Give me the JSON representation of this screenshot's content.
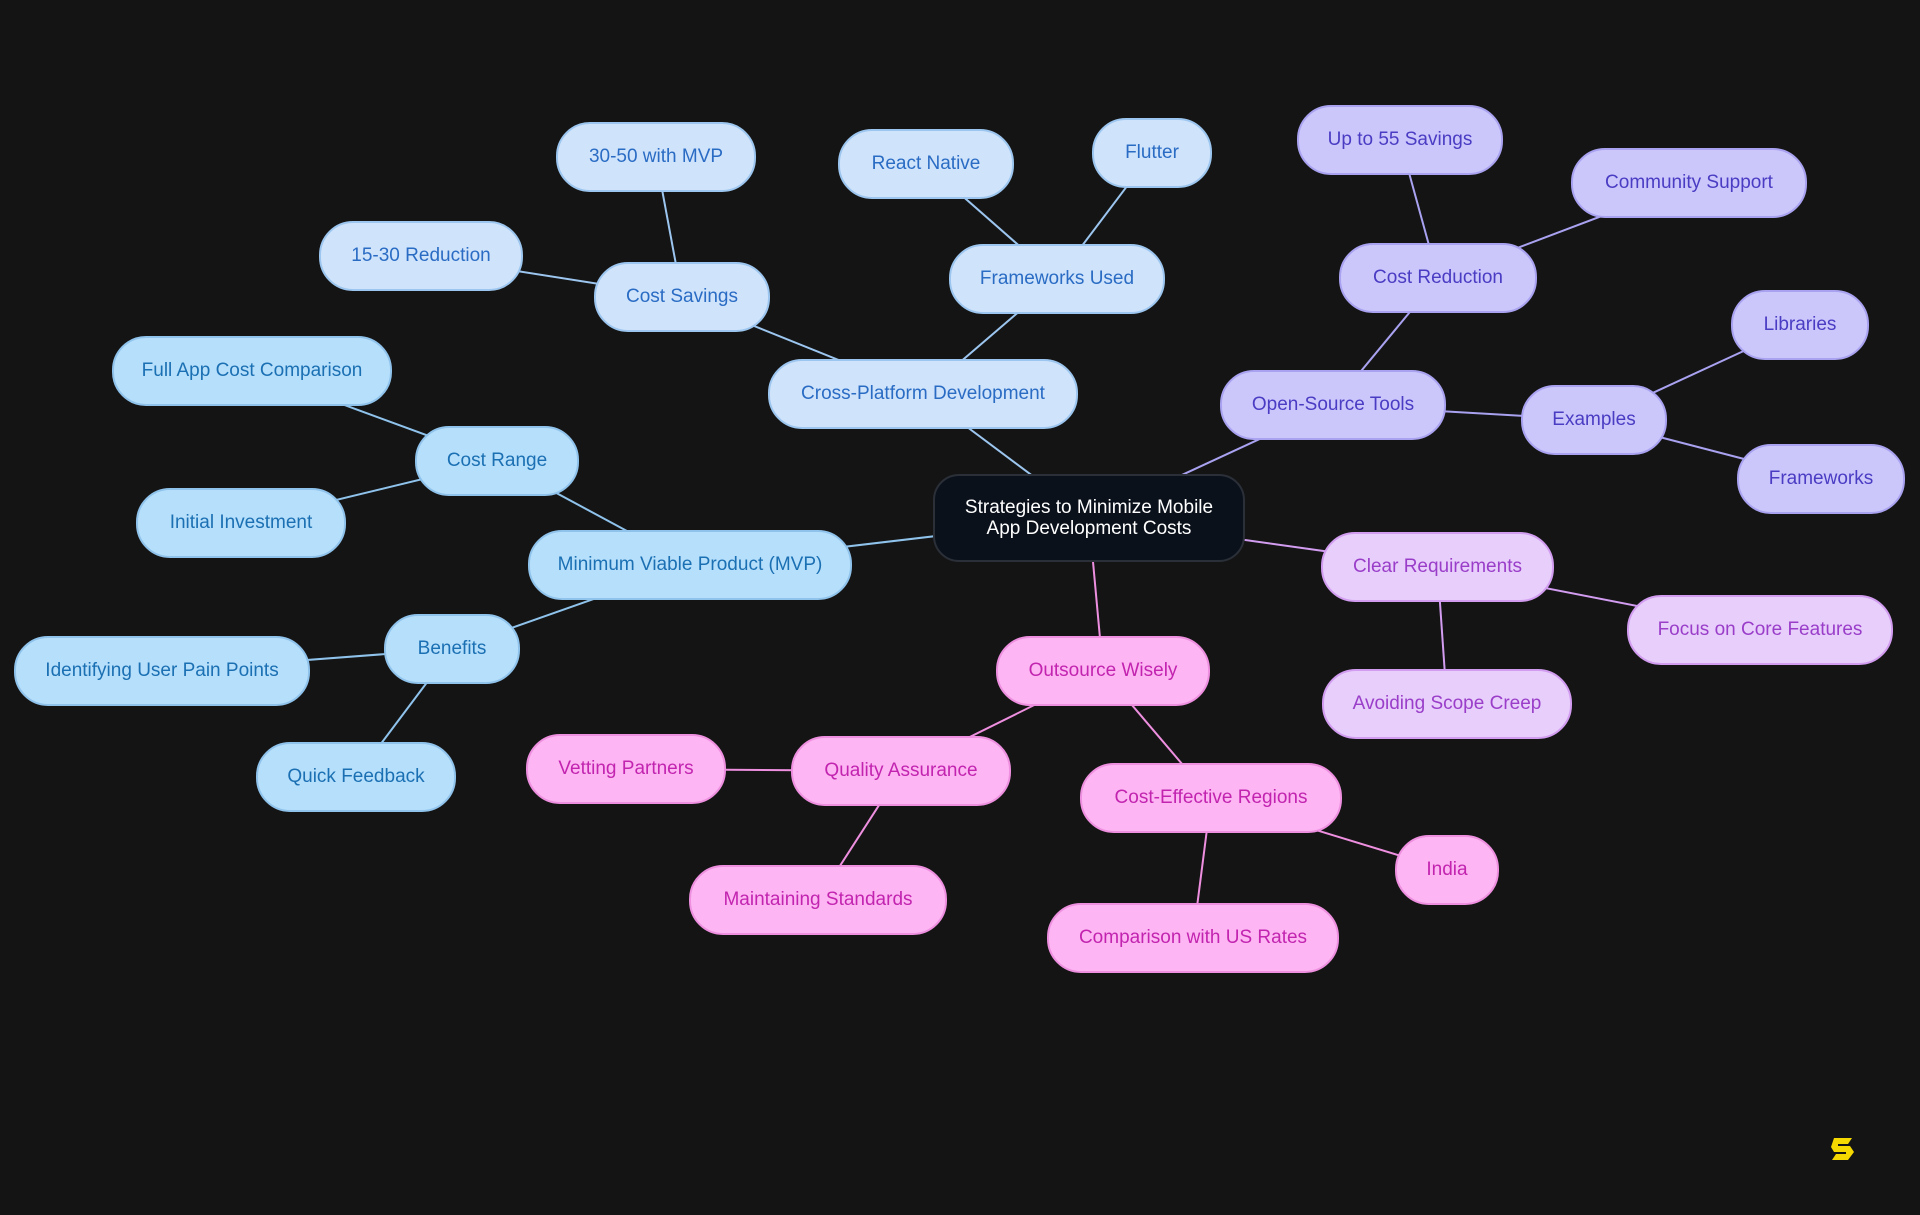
{
  "palette": {
    "background": "#141414",
    "center_fill": "#0b111b",
    "center_text": "#ffffff",
    "blue_light_fill": "#cfe3fb",
    "blue_light_text": "#2a6cc4",
    "blue_light_line": "#9cc6ef",
    "blue_fill": "#b6dffb",
    "blue_text": "#1b70b3",
    "blue_line": "#8fc3ec",
    "purple_fill": "#cbc7fb",
    "purple_text": "#4a3cc3",
    "purple_line": "#a9a2f0",
    "lavender_fill": "#e7cefb",
    "lavender_text": "#9a3ec9",
    "lavender_line": "#d29cf0",
    "pink_fill": "#fdb6f3",
    "pink_text": "#c224b0",
    "pink_line": "#ee8fe0",
    "logo": "#f5d800"
  },
  "center": {
    "label": "Strategies to Minimize Mobile App Development Costs"
  },
  "branches": [
    {
      "label": "Cross-Platform Development",
      "tone": "blue_light",
      "children": [
        {
          "label": "Cost Savings",
          "children": [
            {
              "label": "30-50 with MVP"
            },
            {
              "label": "15-30 Reduction"
            }
          ]
        },
        {
          "label": "Frameworks Used",
          "children": [
            {
              "label": "React Native"
            },
            {
              "label": "Flutter"
            }
          ]
        }
      ]
    },
    {
      "label": "Minimum Viable Product (MVP)",
      "tone": "blue",
      "children": [
        {
          "label": "Cost Range",
          "children": [
            {
              "label": "Full App Cost Comparison"
            },
            {
              "label": "Initial Investment"
            }
          ]
        },
        {
          "label": "Benefits",
          "children": [
            {
              "label": "Identifying User Pain Points"
            },
            {
              "label": "Quick Feedback"
            }
          ]
        }
      ]
    },
    {
      "label": "Open-Source Tools",
      "tone": "purple",
      "children": [
        {
          "label": "Cost Reduction",
          "children": [
            {
              "label": "Up to 55 Savings"
            },
            {
              "label": "Community Support"
            }
          ]
        },
        {
          "label": "Examples",
          "children": [
            {
              "label": "Libraries"
            },
            {
              "label": "Frameworks"
            }
          ]
        }
      ]
    },
    {
      "label": "Clear Requirements",
      "tone": "lavender",
      "children": [
        {
          "label": "Focus on Core Features"
        },
        {
          "label": "Avoiding Scope Creep"
        }
      ]
    },
    {
      "label": "Outsource Wisely",
      "tone": "pink",
      "children": [
        {
          "label": "Quality Assurance",
          "children": [
            {
              "label": "Vetting Partners"
            },
            {
              "label": "Maintaining Standards"
            }
          ]
        },
        {
          "label": "Cost-Effective Regions",
          "children": [
            {
              "label": "India"
            },
            {
              "label": "Comparison with US Rates"
            }
          ]
        }
      ]
    }
  ],
  "logo": {
    "icon": "s-logo-icon"
  }
}
